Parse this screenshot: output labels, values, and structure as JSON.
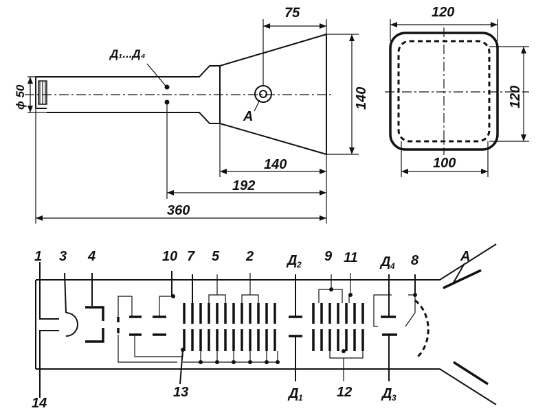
{
  "dimensions": {
    "d75": "75",
    "d120_top": "120",
    "d140_v": "140",
    "d120_v": "120",
    "d140_h": "140",
    "d100": "100",
    "d192": "192",
    "d360": "360",
    "phi50": "ϕ 50"
  },
  "labels": {
    "pins_range": "Д₁...Д₄",
    "anode_top": "A",
    "anode_bottom": "A"
  },
  "electrodes": {
    "n1": "1",
    "n3": "3",
    "n4": "4",
    "n10": "10",
    "n7": "7",
    "n5": "5",
    "n2": "2",
    "d2": "Д",
    "d2_sub": "2",
    "n9": "9",
    "n11": "11",
    "d4": "Д",
    "d4_sub": "4",
    "n8": "8",
    "n14": "14",
    "n13": "13",
    "d1": "Д",
    "d1_sub": "1",
    "n12": "12",
    "d3": "Д",
    "d3_sub": "3"
  },
  "colors": {
    "ink": "#111111",
    "paper": "#ffffff"
  }
}
